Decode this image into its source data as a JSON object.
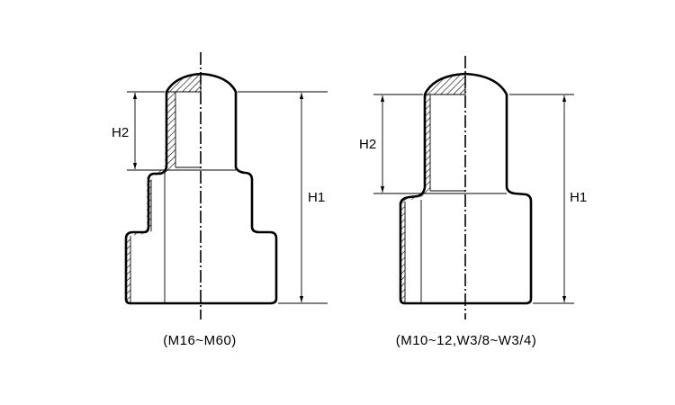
{
  "figures": [
    {
      "caption": "(M16~M60)",
      "h1_label": "H1",
      "h2_label": "H2"
    },
    {
      "caption": "(M10~12,W3/8~W3/4)",
      "h1_label": "H1",
      "h2_label": "H2"
    }
  ]
}
